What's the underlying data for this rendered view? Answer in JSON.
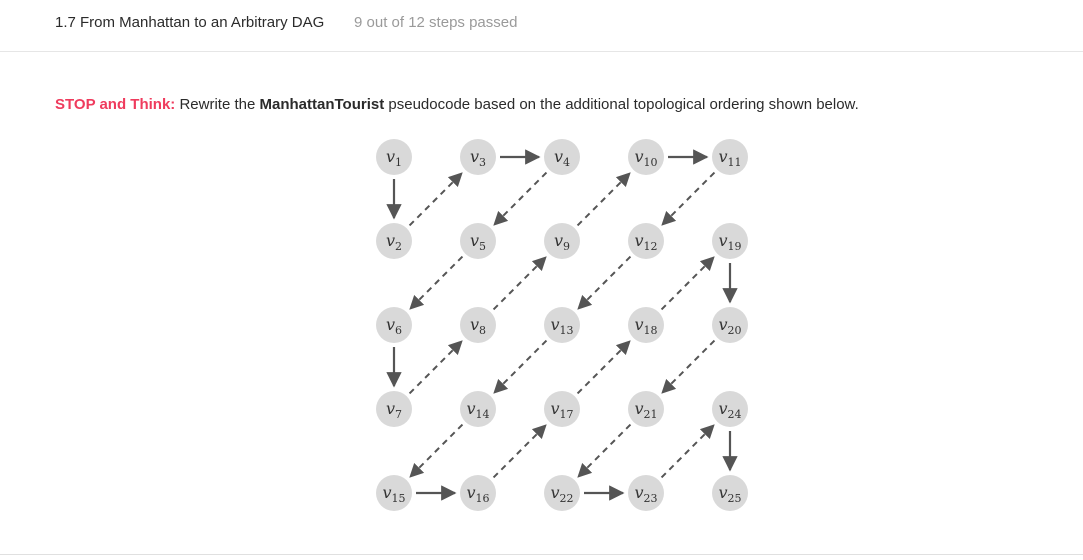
{
  "header": {
    "title": "1.7 From Manhattan to an Arbitrary DAG",
    "progress": "9 out of 12 steps passed"
  },
  "prompt": {
    "stop_label": "STOP and Think:",
    "text_before": " Rewrite the ",
    "function_name": "ManhattanTourist",
    "text_after": " pseudocode based on the additional topological ordering shown below."
  },
  "dag": {
    "node_color": "#d9d9d9",
    "edge_color": "#555555",
    "nodes": [
      [
        "1",
        "3",
        "4",
        "10",
        "11"
      ],
      [
        "2",
        "5",
        "9",
        "12",
        "19"
      ],
      [
        "6",
        "8",
        "13",
        "18",
        "20"
      ],
      [
        "7",
        "14",
        "17",
        "21",
        "24"
      ],
      [
        "15",
        "16",
        "22",
        "23",
        "25"
      ]
    ],
    "solid_edges": [
      [
        "1",
        "2"
      ],
      [
        "3",
        "4"
      ],
      [
        "10",
        "11"
      ],
      [
        "6",
        "7"
      ],
      [
        "19",
        "20"
      ],
      [
        "24",
        "25"
      ],
      [
        "15",
        "16"
      ],
      [
        "22",
        "23"
      ]
    ],
    "dashed_edges": [
      [
        "2",
        "3"
      ],
      [
        "4",
        "5"
      ],
      [
        "5",
        "6"
      ],
      [
        "8",
        "9"
      ],
      [
        "9",
        "10"
      ],
      [
        "11",
        "12"
      ],
      [
        "12",
        "13"
      ],
      [
        "13",
        "14"
      ],
      [
        "14",
        "15"
      ],
      [
        "7",
        "8"
      ],
      [
        "16",
        "17"
      ],
      [
        "17",
        "18"
      ],
      [
        "18",
        "19"
      ],
      [
        "20",
        "21"
      ],
      [
        "21",
        "22"
      ],
      [
        "23",
        "24"
      ]
    ]
  }
}
